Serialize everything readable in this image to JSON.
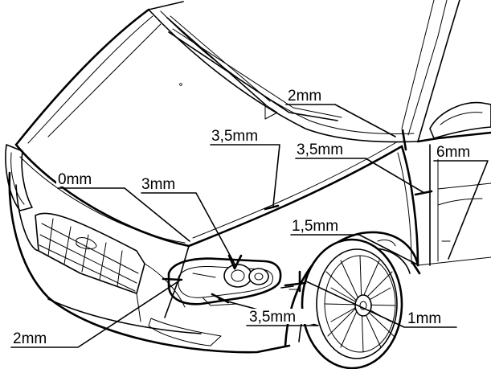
{
  "diagram": {
    "subject": "car-front-panel-gaps",
    "labels": [
      {
        "id": "gap-windshield-top",
        "text": "2mm"
      },
      {
        "id": "gap-hood-fender-upper",
        "text": "3,5mm"
      },
      {
        "id": "gap-fender-door",
        "text": "3,5mm"
      },
      {
        "id": "gap-door-rear",
        "text": "6mm"
      },
      {
        "id": "gap-hood-corner",
        "text": "0mm"
      },
      {
        "id": "gap-headlamp-top",
        "text": "3mm"
      },
      {
        "id": "gap-fender-lower",
        "text": "1,5mm"
      },
      {
        "id": "gap-headlamp-bumper",
        "text": "2mm"
      },
      {
        "id": "gap-headlamp-lower",
        "text": "3,5mm"
      },
      {
        "id": "gap-fender-bumper",
        "text": "1mm"
      }
    ]
  }
}
